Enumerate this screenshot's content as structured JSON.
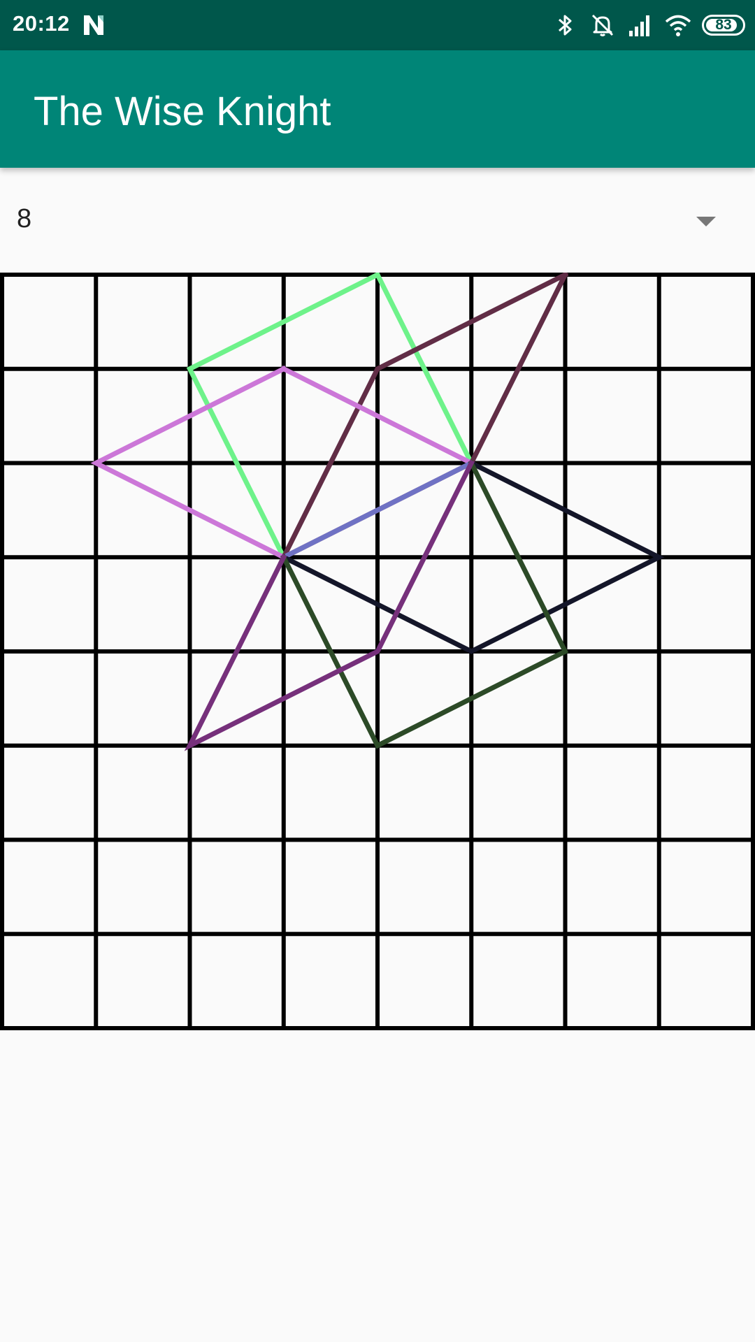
{
  "status_bar": {
    "time": "20:12",
    "battery": "83",
    "icons": [
      "n-logo-icon",
      "bluetooth-icon",
      "bell-off-icon",
      "signal-icon",
      "wifi-icon",
      "battery-icon"
    ]
  },
  "app_bar": {
    "title": "The Wise Knight"
  },
  "board_size_select": {
    "selected": "8"
  },
  "board": {
    "rows": 8,
    "cols": 8,
    "line_color": "#000000",
    "background": "#fafafa",
    "paths": [
      {
        "color": "#6ef28a",
        "cells": [
          [
            4,
            0
          ],
          [
            2,
            1
          ],
          [
            3,
            3
          ],
          [
            5,
            2
          ],
          [
            4,
            0
          ]
        ]
      },
      {
        "color": "#612d46",
        "cells": [
          [
            6,
            0
          ],
          [
            4,
            1
          ],
          [
            3,
            3
          ],
          [
            5,
            2
          ],
          [
            6,
            0
          ]
        ]
      },
      {
        "color": "#cc77d8",
        "cells": [
          [
            3,
            1
          ],
          [
            1,
            2
          ],
          [
            3,
            3
          ],
          [
            5,
            2
          ],
          [
            3,
            1
          ]
        ]
      },
      {
        "color": "#6f72c4",
        "cells": [
          [
            3,
            3
          ],
          [
            5,
            2
          ]
        ]
      },
      {
        "color": "#141629",
        "cells": [
          [
            5,
            2
          ],
          [
            7,
            3
          ],
          [
            5,
            4
          ],
          [
            3,
            3
          ]
        ]
      },
      {
        "color": "#2c4a27",
        "cells": [
          [
            5,
            2
          ],
          [
            6,
            4
          ],
          [
            4,
            5
          ],
          [
            3,
            3
          ]
        ]
      },
      {
        "color": "#76307b",
        "cells": [
          [
            3,
            3
          ],
          [
            2,
            5
          ],
          [
            4,
            4
          ],
          [
            5,
            2
          ]
        ]
      }
    ]
  }
}
